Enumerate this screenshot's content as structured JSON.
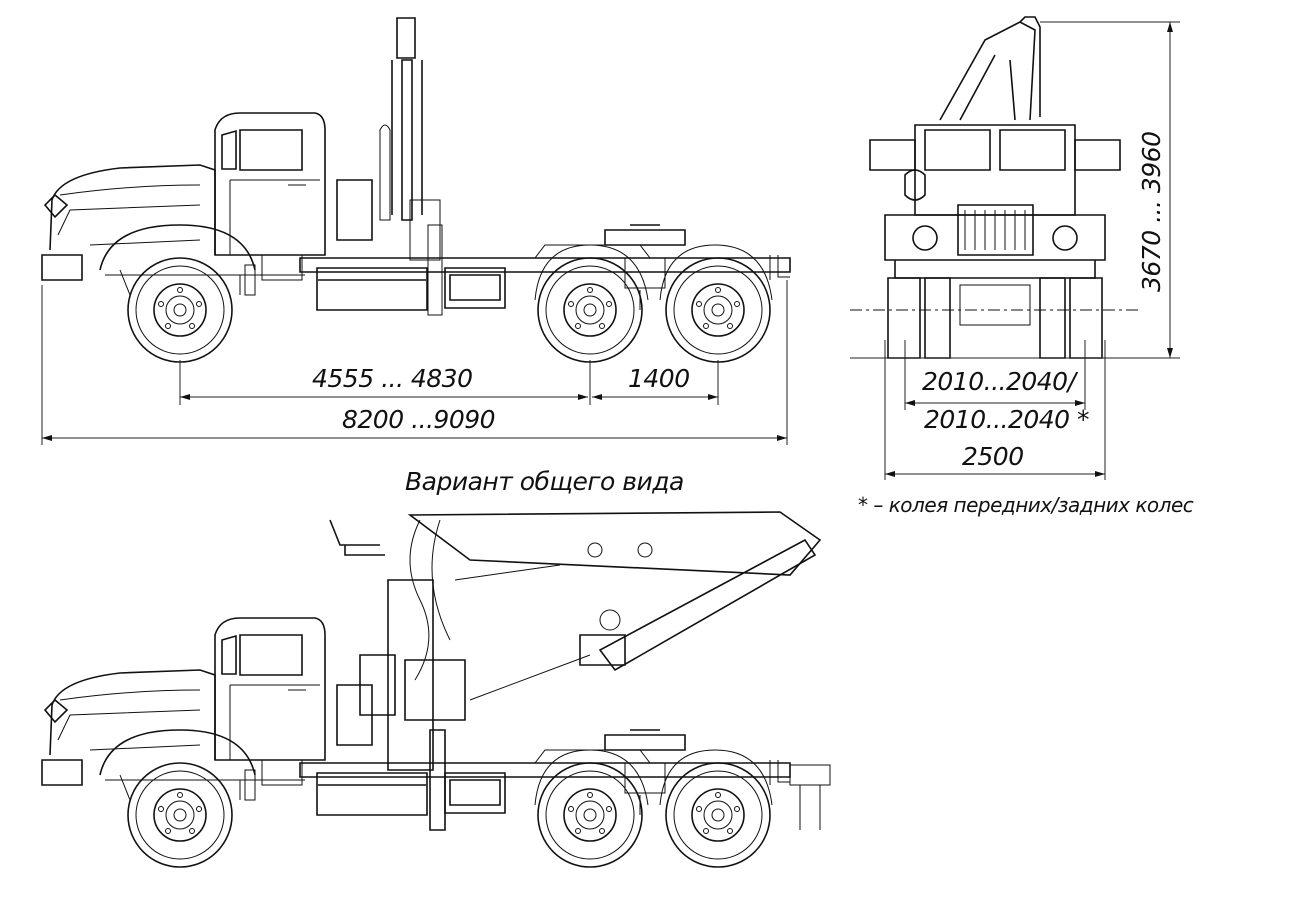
{
  "drawing": {
    "side_view": {
      "wheelbase_label": "4555 ... 4830",
      "bogie_label": "1400",
      "overall_length_label": "8200 ...9090"
    },
    "variant_caption": "Вариант общего вида",
    "front_view": {
      "height_label": "3670 ... 3960",
      "track_label_1": "2010...2040/",
      "track_label_2": "2010...2040 *",
      "width_label": "2500",
      "footnote": "* – колея передних/задних колес"
    },
    "line_color": "#111111"
  }
}
